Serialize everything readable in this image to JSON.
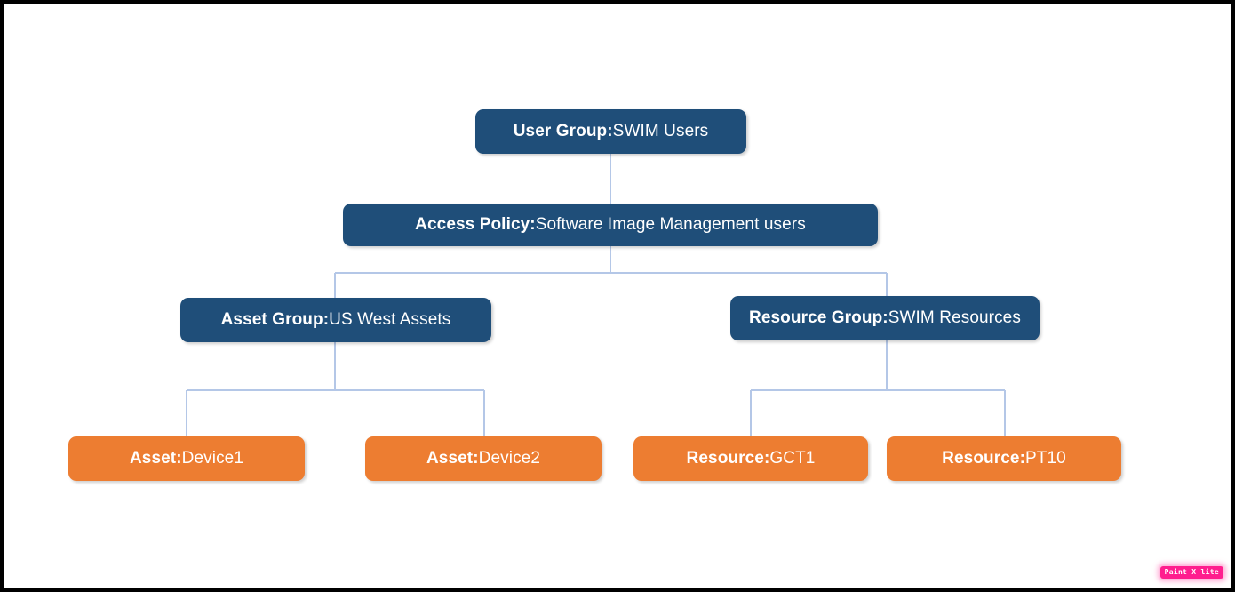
{
  "diagram": {
    "type": "hierarchy-tree",
    "orientation": "top-down",
    "colors": {
      "node_blue": "#1F4E79",
      "node_orange": "#ED7D31",
      "connector": "#B4C7E7",
      "text": "#FFFFFF",
      "frame_border": "#000000",
      "background": "#FFFFFF"
    },
    "nodes": {
      "user_group": {
        "label": "User Group:",
        "value": " SWIM Users"
      },
      "access_policy": {
        "label": "Access Policy:",
        "value": " Software Image Management users"
      },
      "asset_group": {
        "label": "Asset Group:",
        "value": " US West Assets"
      },
      "resource_group": {
        "label": "Resource Group:",
        "value": "  SWIM Resources"
      },
      "asset_device1": {
        "label": "Asset:",
        "value": " Device1"
      },
      "asset_device2": {
        "label": "Asset:",
        "value": " Device2"
      },
      "resource_gct1": {
        "label": "Resource:",
        "value": " GCT1"
      },
      "resource_pt10": {
        "label": "Resource:",
        "value": " PT10"
      }
    },
    "edges": [
      {
        "from": "user_group",
        "to": "access_policy"
      },
      {
        "from": "access_policy",
        "to": "asset_group"
      },
      {
        "from": "access_policy",
        "to": "resource_group"
      },
      {
        "from": "asset_group",
        "to": "asset_device1"
      },
      {
        "from": "asset_group",
        "to": "asset_device2"
      },
      {
        "from": "resource_group",
        "to": "resource_gct1"
      },
      {
        "from": "resource_group",
        "to": "resource_pt10"
      }
    ]
  },
  "watermark": {
    "text": "Paint X lite"
  }
}
